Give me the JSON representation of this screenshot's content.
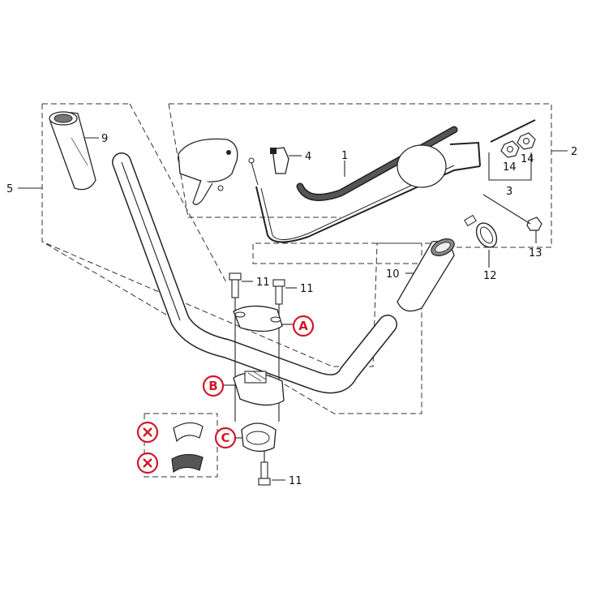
{
  "part_labels": {
    "p1": "1",
    "p2": "2",
    "p3": "3",
    "p4": "4",
    "p5": "5",
    "p9": "9",
    "p10": "10",
    "p11a": "11",
    "p11b": "11",
    "p11c": "11",
    "p12": "12",
    "p13": "13",
    "p14a": "14",
    "p14b": "14"
  },
  "callouts": {
    "a": "A",
    "b": "B",
    "c": "C"
  },
  "colors": {
    "callout": "#d0182a",
    "line": "#222222"
  }
}
